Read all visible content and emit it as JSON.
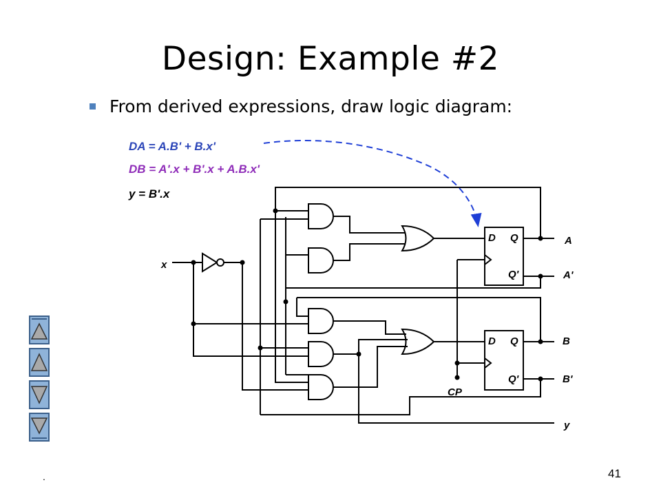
{
  "slide": {
    "title": "Design: Example #2",
    "bullet": "From derived expressions, draw logic diagram:",
    "page_number": "41",
    "footer_mark": "."
  },
  "equations": {
    "da": "DA = A.B' + B.x'",
    "db": "DB = A'.x + B'.x + A.B.x'",
    "y": "y = B'.x"
  },
  "colors": {
    "da_text": "#2b45b8",
    "db_text": "#8e2bb8",
    "arrow": "#1f3fd6",
    "bullet": "#4f81bd",
    "nav_fill": "#8fb3d9",
    "nav_border": "#3b5f8a"
  },
  "labels": {
    "x": "x",
    "cp": "CP",
    "A": "A",
    "A_bar": "A'",
    "B": "B",
    "B_bar": "B'",
    "y": "y",
    "ff_d": "D",
    "ff_q": "Q",
    "ff_qbar": "Q'"
  },
  "nav": [
    "first-slide-icon",
    "previous-slide-icon",
    "next-slide-icon",
    "last-slide-icon"
  ]
}
